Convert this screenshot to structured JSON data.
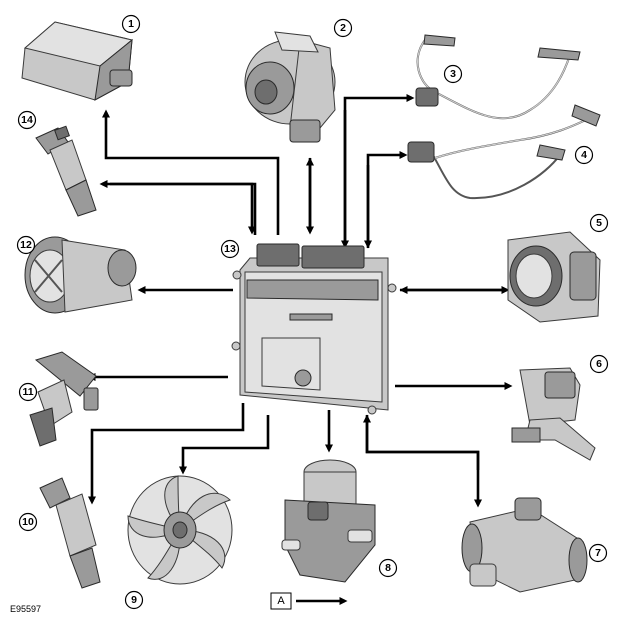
{
  "figure_ref": "E95597",
  "view_label": "A",
  "callouts": [
    "1",
    "2",
    "3",
    "4",
    "5",
    "6",
    "7",
    "8",
    "9",
    "10",
    "11",
    "12",
    "13",
    "14"
  ]
}
